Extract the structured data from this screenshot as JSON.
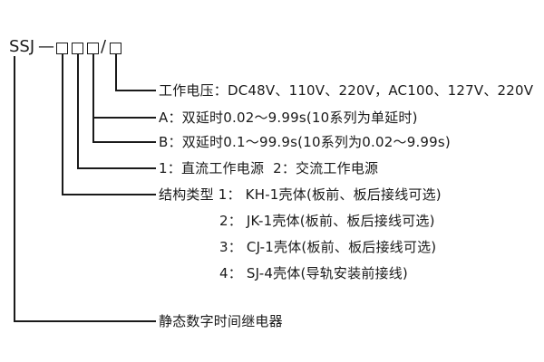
{
  "colors": {
    "ink": "#1a1a1a",
    "background": "#ffffff"
  },
  "model_code": {
    "prefix": "SSJ",
    "dash": "—",
    "slash": "/"
  },
  "legend": {
    "working_voltage": "工作电压：DC48V、110V、220V，AC100、127V、220V",
    "delay_a": "A：双延时0.02～9.99s(10系列为单延时)",
    "delay_b": "B：双延时0.1～99.9s(10系列为0.02～9.99s)",
    "power_supply": "1：直流工作电源  2：交流工作电源",
    "structure_type": "结构类型 1： KH-1壳体(板前、板后接线可选)",
    "structure_option_2": "2： JK-1壳体(板前、板后接线可选)",
    "structure_option_3": "3： CJ-1壳体(板前、板后接线可选)",
    "structure_option_4": "4： SJ-4壳体(导轨安装前接线)",
    "product_name": "静态数字时间继电器"
  }
}
